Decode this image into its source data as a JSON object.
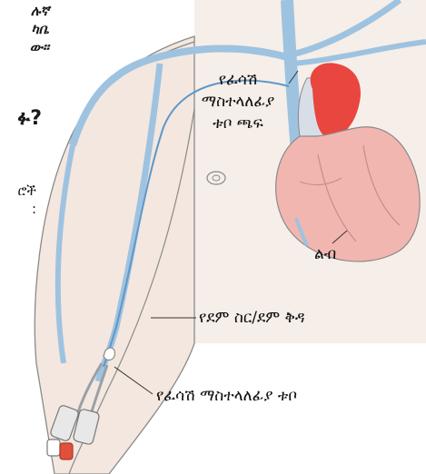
{
  "intro_fragment_lines": [
    "ሉኛ",
    "ካቤ",
    "ው።"
  ],
  "question_fragment": "ፉ?",
  "body_fragment_lines": [
    "ሮች",
    ":"
  ],
  "labels": {
    "catheter_tip_lines": [
      "የፈሳሽ",
      "ማስተላለፊያ",
      "ቱቦ ጫፍ"
    ],
    "heart": "ልብ",
    "vein": "የደም ስር/ደም ቅዳ",
    "catheter": "የፈሳሽ ማስተላለፊያ ቱቦ"
  },
  "colors": {
    "background_panel": "#f6eee8",
    "skin": "#f3e7df",
    "skin_outline": "#8a8a8a",
    "vein": "#9ec3e0",
    "vein_dark": "#5f97c8",
    "heart_pink": "#f2b6b0",
    "heart_red": "#e8463f",
    "cap_red": "#e0503a"
  }
}
